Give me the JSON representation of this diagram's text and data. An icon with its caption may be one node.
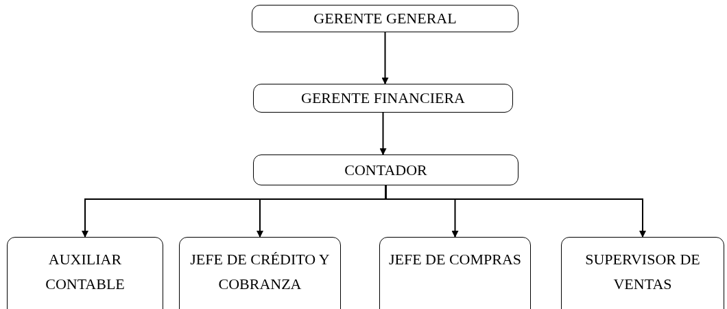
{
  "diagram": {
    "nodes": [
      {
        "text": [
          "GERENTE GENERAL"
        ]
      },
      {
        "text": [
          "GERENTE FINANCIERA"
        ]
      },
      {
        "text": [
          "CONTADOR"
        ]
      },
      {
        "text": [
          "AUXILIAR CONTABLE"
        ]
      },
      {
        "text": [
          "JEFE DE CRÉDITO Y COBRANZA"
        ]
      },
      {
        "text": [
          "JEFE DE COMPRAS"
        ]
      },
      {
        "text": [
          "SUPERVISOR DE VENTAS"
        ]
      }
    ],
    "edges": [
      {
        "from": 0,
        "to": 1,
        "arrow": "to"
      },
      {
        "from": 1,
        "to": 2,
        "arrow": "to"
      },
      {
        "from": 2,
        "to": 3,
        "arrow": "to"
      },
      {
        "from": 2,
        "to": 4,
        "arrow": "to"
      },
      {
        "from": 2,
        "to": 5,
        "arrow": "to"
      },
      {
        "from": 2,
        "to": 6,
        "arrow": "to"
      }
    ]
  }
}
